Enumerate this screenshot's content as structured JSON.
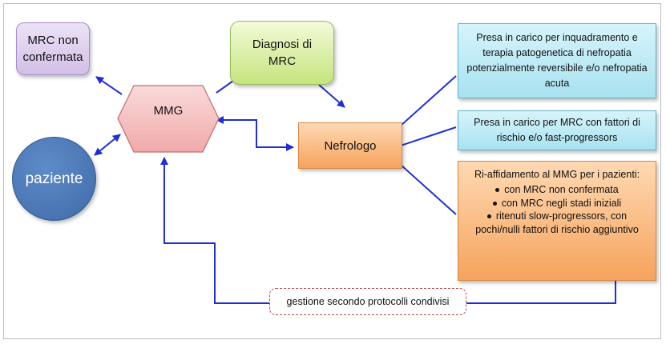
{
  "nodes": {
    "mrc_non_confermata": "MRC non confermata",
    "diagnosi_mrc_line1": "Diagnosi di",
    "diagnosi_mrc_line2": "MRC",
    "mmg": "MMG",
    "paziente": "paziente",
    "nefrologo": "Nefrologo",
    "box1": "Presa in carico per inquadramento e terapia patogenetica di nefropatia potenzialmente reversibile e/o nefropatia acuta",
    "box2": "Presa in carico per MRC con fattori di rischio e/o fast-progressors",
    "box3_title": "Ri-affidamento al MMG per i pazienti:",
    "box3_items": [
      "con MRC non confermata",
      "con MRC negli stadi iniziali",
      "ritenuti slow-progressors, con pochi/nulli fattori di rischio aggiuntivo"
    ],
    "protocolli": "gestione secondo protocolli condivisi"
  },
  "colors": {
    "arrow": "#1f2fd6",
    "purple": "#d2bfe6",
    "green": "#c5e47d",
    "mmg_fill": "#f2b5b5",
    "paziente_fill": "#4a78b8",
    "orange": "#f6a35c",
    "cyan": "#a8e2f1",
    "dashed_border": "#b24a4a"
  }
}
